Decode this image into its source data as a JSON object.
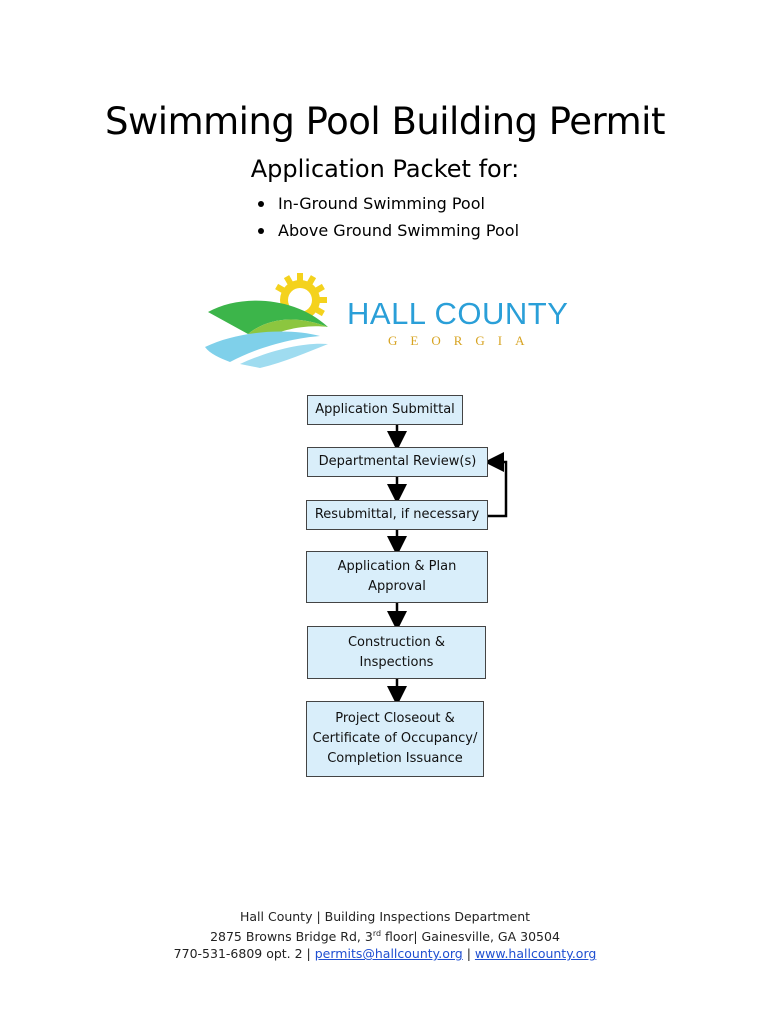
{
  "header": {
    "title": "Swimming Pool Building Permit",
    "subtitle": "Application Packet for:",
    "bullets": [
      "In-Ground Swimming Pool",
      "Above Ground Swimming Pool"
    ]
  },
  "logo": {
    "name": "HALL COUNTY",
    "sub": "GEORGIA",
    "colors": {
      "blue": "#2a9fd8",
      "gold": "#d7a321",
      "green": "#3cb54a"
    }
  },
  "flowchart": {
    "steps": [
      "Application Submittal",
      "Departmental Review(s)",
      "Resubmittal, if necessary",
      "Application & Plan\nApproval",
      "Construction &\nInspections",
      "Project Closeout &\nCertificate of Occupancy/\nCompletion Issuance"
    ],
    "box_color": "#d9eefa"
  },
  "footer": {
    "line1": "Hall County | Building Inspections Department",
    "addr_pre": "2875 Browns Bridge Rd, 3",
    "addr_sup": "rd",
    "addr_post": " floor| Gainesville, GA 30504",
    "phone": "770-531-6809 opt. 2 | ",
    "email": "permits@hallcounty.org",
    "sep": " | ",
    "website": "www.hallcounty.org"
  }
}
